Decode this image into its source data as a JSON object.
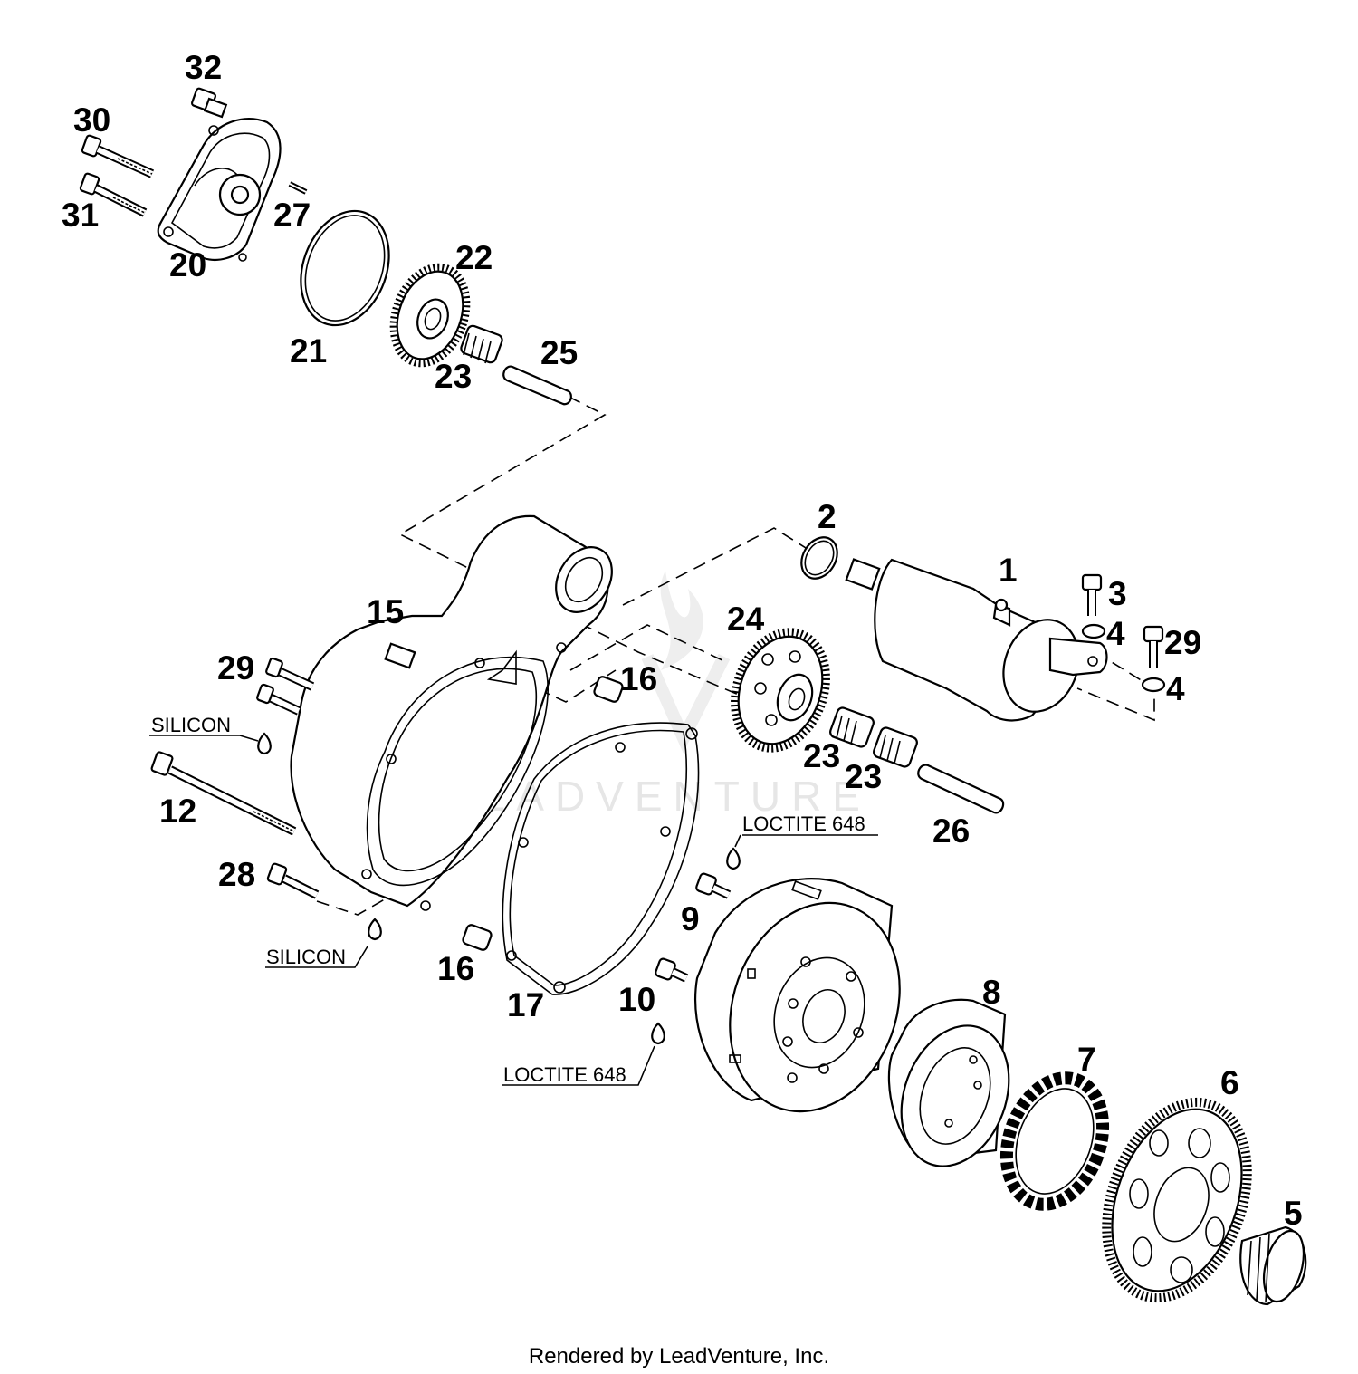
{
  "diagram": {
    "callouts": [
      {
        "id": "1",
        "label": "1"
      },
      {
        "id": "2",
        "label": "2"
      },
      {
        "id": "3",
        "label": "3"
      },
      {
        "id": "4a",
        "label": "4"
      },
      {
        "id": "4b",
        "label": "4"
      },
      {
        "id": "5",
        "label": "5"
      },
      {
        "id": "6",
        "label": "6"
      },
      {
        "id": "7",
        "label": "7"
      },
      {
        "id": "8",
        "label": "8"
      },
      {
        "id": "9",
        "label": "9"
      },
      {
        "id": "10",
        "label": "10"
      },
      {
        "id": "12",
        "label": "12"
      },
      {
        "id": "15",
        "label": "15"
      },
      {
        "id": "16a",
        "label": "16"
      },
      {
        "id": "16b",
        "label": "16"
      },
      {
        "id": "17",
        "label": "17"
      },
      {
        "id": "20",
        "label": "20"
      },
      {
        "id": "21",
        "label": "21"
      },
      {
        "id": "22",
        "label": "22"
      },
      {
        "id": "23a",
        "label": "23"
      },
      {
        "id": "23b",
        "label": "23"
      },
      {
        "id": "23c",
        "label": "23"
      },
      {
        "id": "24",
        "label": "24"
      },
      {
        "id": "25",
        "label": "25"
      },
      {
        "id": "26",
        "label": "26"
      },
      {
        "id": "27",
        "label": "27"
      },
      {
        "id": "28",
        "label": "28"
      },
      {
        "id": "29a",
        "label": "29"
      },
      {
        "id": "29b",
        "label": "29"
      },
      {
        "id": "30",
        "label": "30"
      },
      {
        "id": "31",
        "label": "31"
      },
      {
        "id": "32",
        "label": "32"
      }
    ],
    "notes": [
      {
        "id": "silicon-top",
        "text": "SILICON"
      },
      {
        "id": "silicon-bottom",
        "text": "SILICON"
      },
      {
        "id": "loctite-top",
        "text": "LOCTITE 648"
      },
      {
        "id": "loctite-bottom",
        "text": "LOCTITE 648"
      }
    ]
  },
  "watermark": "LEADVENTURE",
  "footer": "Rendered by LeadVenture, Inc."
}
